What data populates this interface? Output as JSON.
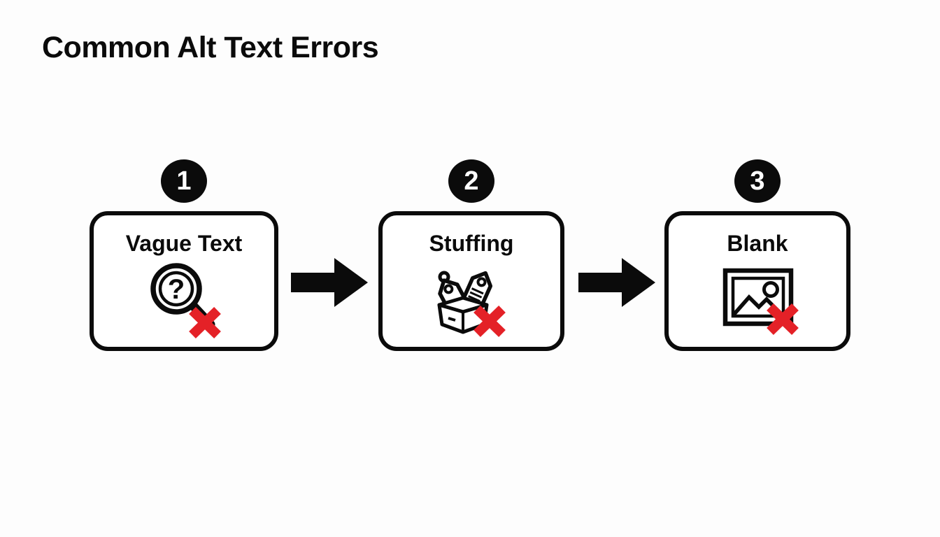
{
  "title": "Common Alt Text Errors",
  "colors": {
    "ink": "#0b0b0b",
    "error_red": "#e42127",
    "background": "#fdfdfd",
    "box_fill": "#ffffff"
  },
  "steps": [
    {
      "number": "1",
      "label": "Vague Text",
      "icon": "magnifier-question-icon",
      "icon_glyph": "?",
      "error_marker": "red-x-icon"
    },
    {
      "number": "2",
      "label": "Stuffing",
      "icon": "tags-in-box-icon",
      "error_marker": "red-x-icon"
    },
    {
      "number": "3",
      "label": "Blank",
      "icon": "image-placeholder-icon",
      "error_marker": "red-x-icon"
    }
  ],
  "connectors": [
    {
      "icon": "arrow-right-icon"
    },
    {
      "icon": "arrow-right-icon"
    }
  ]
}
